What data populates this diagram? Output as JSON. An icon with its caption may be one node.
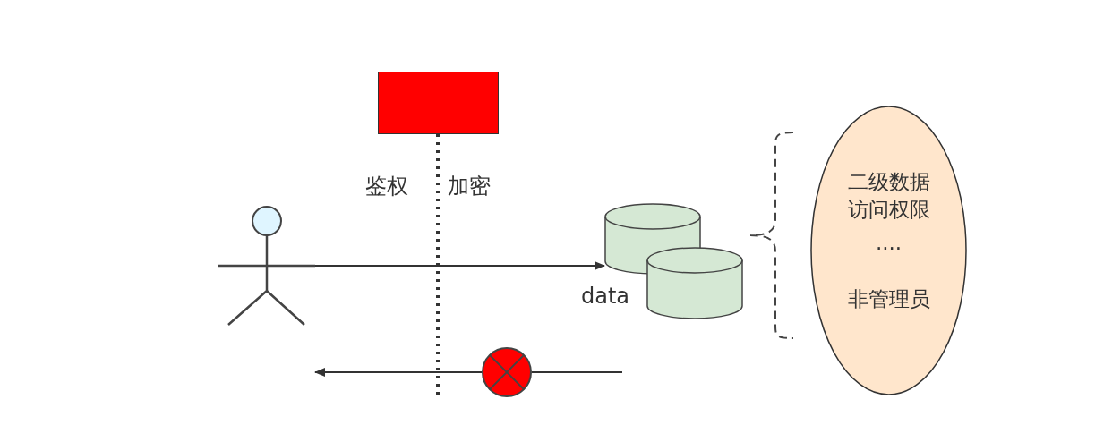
{
  "diagram": {
    "nodes": [
      {
        "text": [],
        "shape": "box"
      },
      {
        "text": [],
        "shape": "person"
      },
      {
        "text": [],
        "shape": "cylinder"
      },
      {
        "text": [],
        "shape": "cylinder",
        "beside": [
          "data"
        ]
      },
      {
        "text": [
          "二级数据访问权限",
          "....",
          "非管理员"
        ]
      },
      {
        "text": [],
        "shape": "circle"
      }
    ],
    "edges": [
      {
        "from": 1,
        "to": 2,
        "arrow": "to"
      },
      {
        "from": 0,
        "to": null,
        "arrow": "none",
        "style": "dashed"
      },
      {
        "from": null,
        "to": 5,
        "arrow": "none"
      },
      {
        "from": 5,
        "to": 1,
        "arrow": "to"
      }
    ],
    "labels": [
      "鉴权",
      "加密"
    ]
  }
}
